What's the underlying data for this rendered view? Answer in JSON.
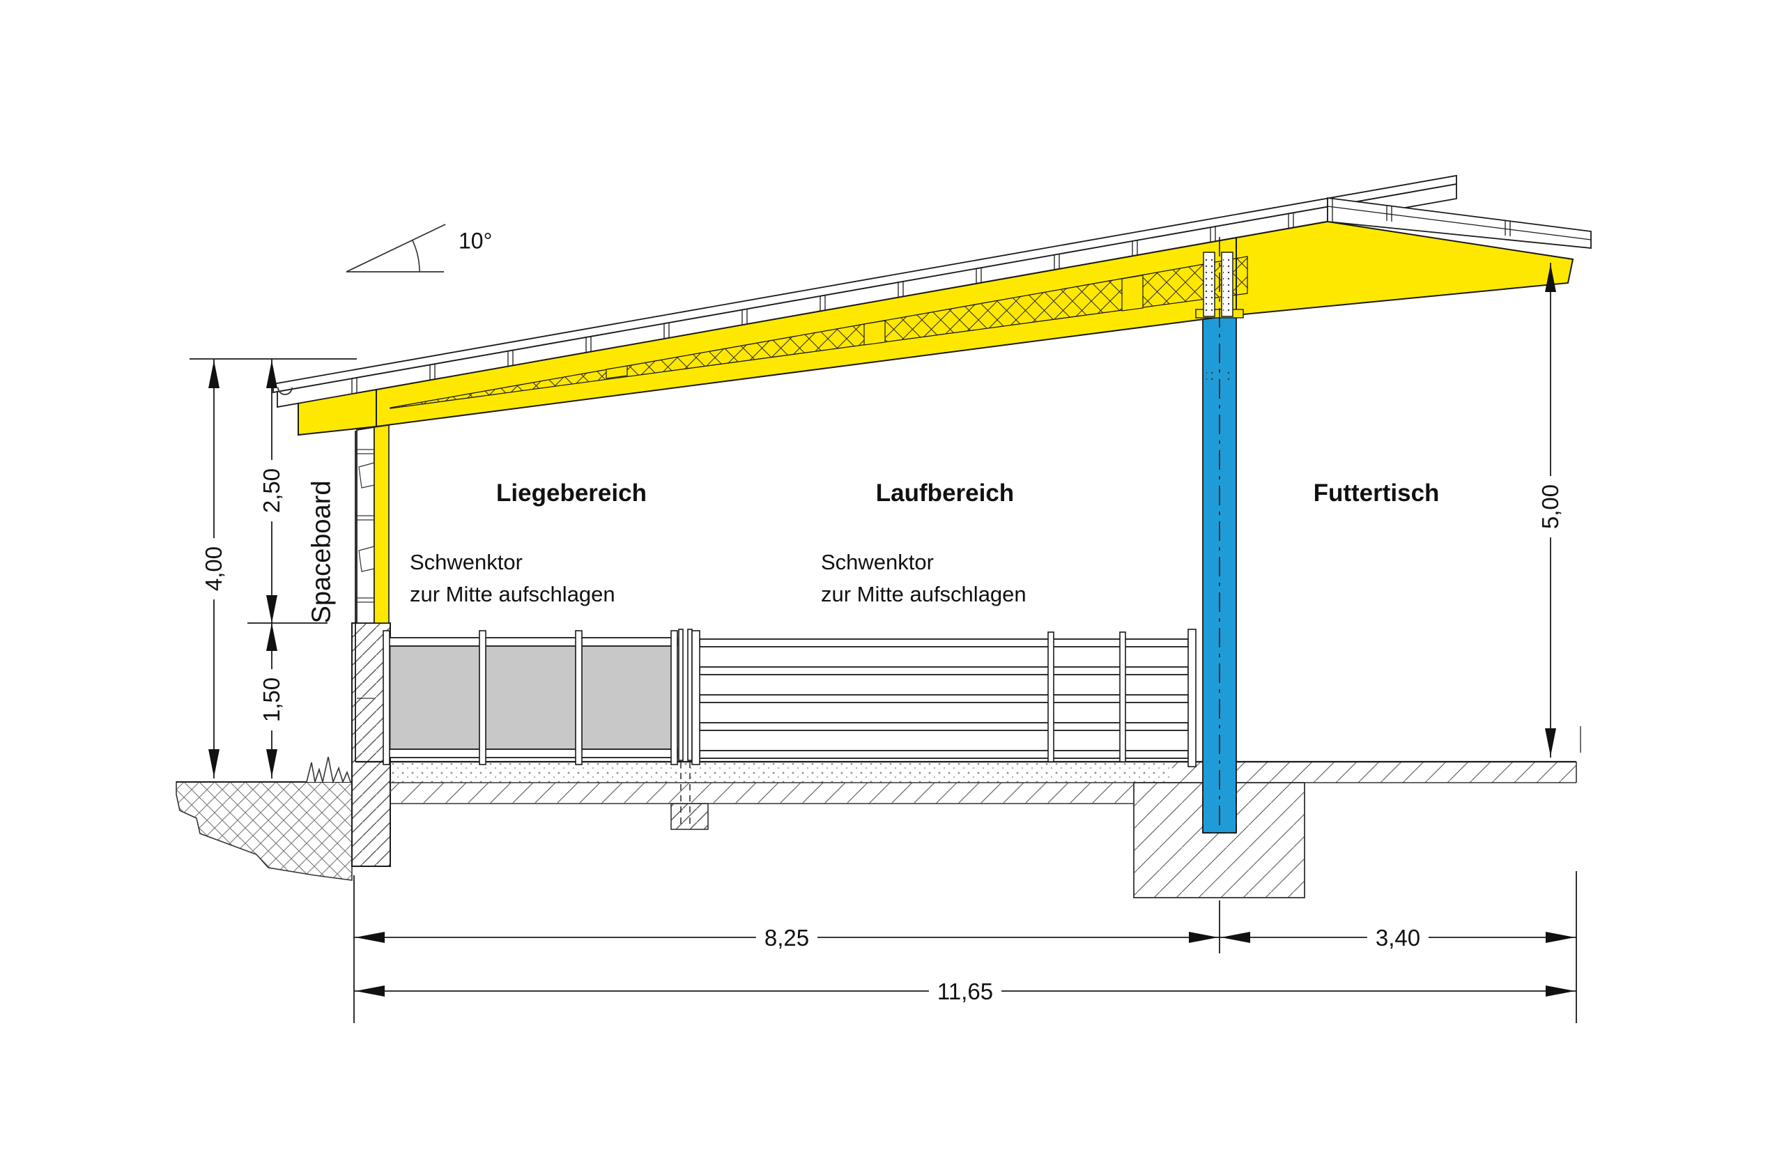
{
  "drawing": {
    "type": "stable-cross-section",
    "angle_label": "10°",
    "areas": {
      "lying": "Liegebereich",
      "walking": "Laufbereich",
      "feed": "Futtertisch"
    },
    "wall_label": "Spaceboard",
    "gate_notes": [
      {
        "line1": "Schwenktor",
        "line2": "zur Mitte aufschlagen"
      },
      {
        "line1": "Schwenktor",
        "line2": "zur Mitte aufschlagen"
      }
    ],
    "dimensions": {
      "total_height_left": "4,00",
      "spaceboard_height": "2,50",
      "stem_wall_height": "1,50",
      "height_right": "5,00",
      "span_main": "8,25",
      "span_feed": "3,40",
      "span_total": "11,65"
    },
    "colors": {
      "highlight_yellow": "#ffe800",
      "column_blue": "#1f9cd8",
      "panel_gray": "#c8c8c8",
      "line": "#1a1a1a"
    }
  }
}
